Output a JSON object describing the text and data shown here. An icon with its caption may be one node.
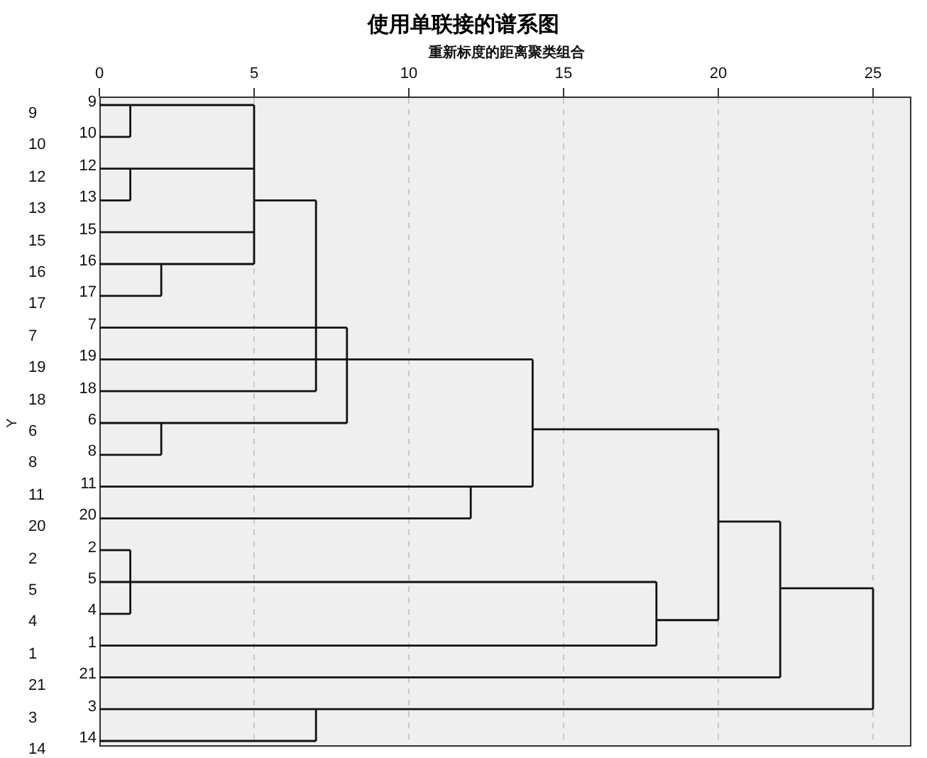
{
  "diagram": {
    "title": "使用单联接的谱系图",
    "labels": [
      "重新标度的距离聚类组合",
      "0",
      "5",
      "10",
      "15",
      "20",
      "25",
      "9",
      "9",
      "10",
      "10",
      "12",
      "12",
      "13",
      "13",
      "15",
      "15",
      "16",
      "16",
      "17",
      "17",
      "7",
      "7",
      "19",
      "19",
      "18",
      "18",
      "Y",
      "6",
      "6",
      "8",
      "8",
      "11",
      "11",
      "20",
      "20",
      "2",
      "2",
      "5",
      "5",
      "4",
      "4",
      "1",
      "1",
      "21",
      "21",
      "3",
      "3",
      "14",
      "14"
    ]
  }
}
